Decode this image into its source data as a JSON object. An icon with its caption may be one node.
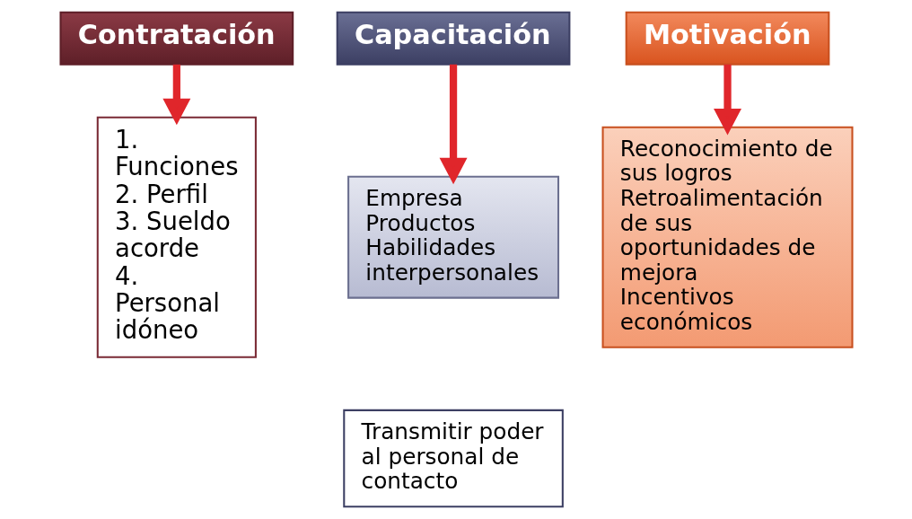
{
  "diagram": {
    "nodes": [
      {
        "text": [
          "Contratación"
        ]
      },
      {
        "text": [
          "Capacitación"
        ]
      },
      {
        "text": [
          "Motivación"
        ]
      },
      {
        "text": [
          "1. Funciones",
          "2. Perfil",
          "3. Sueldo acorde",
          "4. Personal idóneo"
        ]
      },
      {
        "text": [
          "Empresa",
          "Productos",
          "Habilidades interpersonales"
        ]
      },
      {
        "text": [
          "Transmitir poder al personal de contacto"
        ]
      },
      {
        "text": [
          "Reconocimiento de sus logros",
          "Retroalimentación de sus oportunidades de mejora",
          "Incentivos económicos"
        ]
      }
    ],
    "edges": [
      {
        "from": 0,
        "to": 3,
        "arrow": "to"
      },
      {
        "from": 1,
        "to": 4,
        "arrow": "to"
      },
      {
        "from": 2,
        "to": 6,
        "arrow": "to"
      }
    ]
  }
}
